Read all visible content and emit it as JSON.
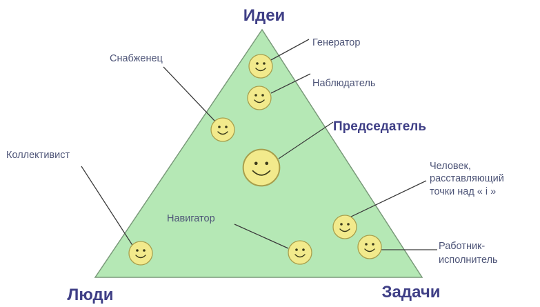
{
  "corners": {
    "top": "Идеи",
    "left": "Люди",
    "right": "Задачи"
  },
  "roles": {
    "generator": "Генератор",
    "observer": "Наблюдатель",
    "supplier": "Снабженец",
    "chairman": "Председатель",
    "collectivist": "Коллективист",
    "navigator": "Навигатор",
    "dotter_line1": "Человек,",
    "dotter_line2": "расставляющий",
    "dotter_line3": "точки над « i »",
    "worker_line1": "Работник-",
    "worker_line2": "исполнитель"
  },
  "colors": {
    "triangle_fill": "#b5e8b5",
    "triangle_stroke": "#7a9a7a",
    "face_fill": "#f2ea8c",
    "corner_text": "#3f3f86",
    "role_text": "#4d5477"
  }
}
